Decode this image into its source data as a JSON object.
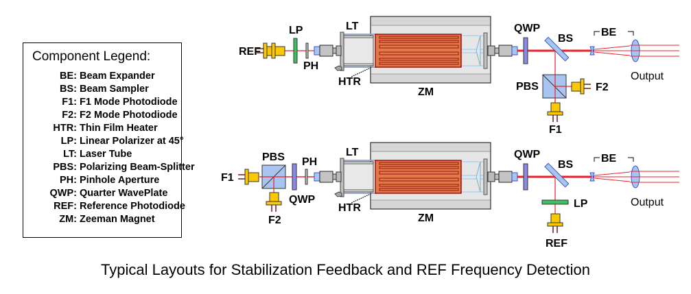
{
  "legend": {
    "title": "Component Legend:",
    "items": [
      {
        "abbr": "BE:",
        "desc": "Beam Expander"
      },
      {
        "abbr": "BS:",
        "desc": "Beam Sampler"
      },
      {
        "abbr": "F1:",
        "desc": "F1 Mode Photodiode"
      },
      {
        "abbr": "F2:",
        "desc": "F2 Mode Photodiode"
      },
      {
        "abbr": "HTR:",
        "desc": "Thin Film Heater"
      },
      {
        "abbr": "LP:",
        "desc": "Linear Polarizer at 45°"
      },
      {
        "abbr": "LT:",
        "desc": "Laser Tube"
      },
      {
        "abbr": "PBS:",
        "desc": "Polarizing Beam-Splitter"
      },
      {
        "abbr": "PH:",
        "desc": "Pinhole Aperture"
      },
      {
        "abbr": "QWP:",
        "desc": "Quarter WavePlate"
      },
      {
        "abbr": "REF:",
        "desc": "Reference Photodiode"
      },
      {
        "abbr": "ZM:",
        "desc": "Zeeman Magnet"
      }
    ]
  },
  "top_layout": {
    "labels": {
      "ref": "REF",
      "lp": "LP",
      "ph": "PH",
      "lt": "LT",
      "htr": "HTR",
      "zm": "ZM",
      "qwp": "QWP",
      "bs": "BS",
      "be": "BE",
      "output": "Output",
      "pbs": "PBS",
      "f2": "F2",
      "f1": "F1"
    }
  },
  "bottom_layout": {
    "labels": {
      "f1": "F1",
      "pbs": "PBS",
      "ph": "PH",
      "qwp_left": "QWP",
      "f2": "F2",
      "lt": "LT",
      "htr": "HTR",
      "zm": "ZM",
      "qwp": "QWP",
      "bs": "BS",
      "be": "BE",
      "output": "Output",
      "lp": "LP",
      "ref": "REF"
    }
  },
  "caption": "Typical Layouts for Stabilization Feedback and REF Frequency Detection",
  "colors": {
    "beam": "#e8202a",
    "heater_fill": "#e07a48",
    "heater_stroke": "#9b1111",
    "photodiode": "#fcc800",
    "polarizer": "#3cc060",
    "waveplate": "#8a8ae6",
    "optic_blue": "#a8c4f0",
    "magnet_gray": "#e2e2e2"
  }
}
